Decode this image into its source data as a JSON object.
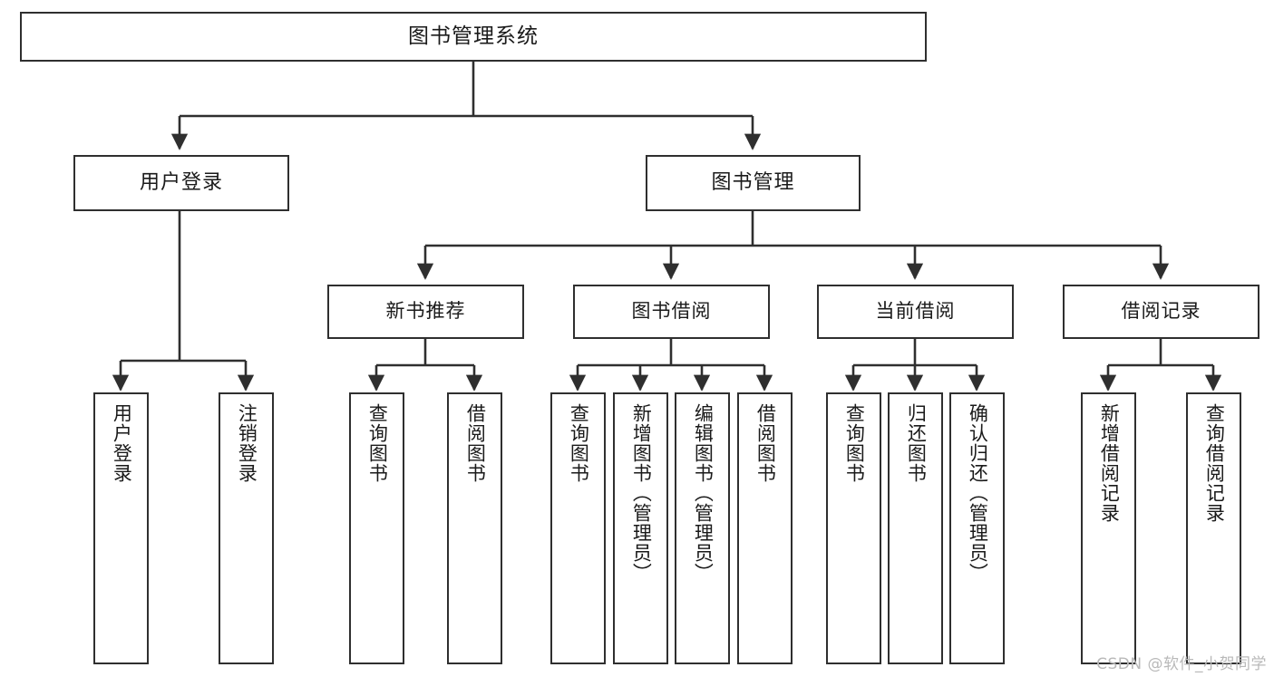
{
  "diagram": {
    "title": "图书管理系统",
    "type": "tree-diagram",
    "watermark": "CSDN @软件_小贺同学",
    "colors": {
      "stroke": "#2f2f2f",
      "fill": "#ffffff",
      "text": "#1a1a1a",
      "watermark": "#b9b9b9"
    }
  },
  "nodes": {
    "root": {
      "label": "图书管理系统"
    },
    "level2": [
      {
        "label": "用户登录"
      },
      {
        "label": "图书管理"
      }
    ],
    "level3": [
      {
        "label": "新书推荐"
      },
      {
        "label": "图书借阅"
      },
      {
        "label": "当前借阅"
      },
      {
        "label": "借阅记录"
      }
    ],
    "leaves": {
      "user_login": [
        {
          "label": "用户登录"
        },
        {
          "label": "注销登录"
        }
      ],
      "new_book": [
        {
          "label": "查询图书"
        },
        {
          "label": "借阅图书"
        }
      ],
      "borrow": [
        {
          "label": "查询图书"
        },
        {
          "label": "新增图书（管理员）"
        },
        {
          "label": "编辑图书（管理员）"
        },
        {
          "label": "借阅图书"
        }
      ],
      "current": [
        {
          "label": "查询图书"
        },
        {
          "label": "归还图书"
        },
        {
          "label": "确认归还（管理员）"
        }
      ],
      "records": [
        {
          "label": "新增借阅记录"
        },
        {
          "label": "查询借阅记录"
        }
      ]
    }
  }
}
